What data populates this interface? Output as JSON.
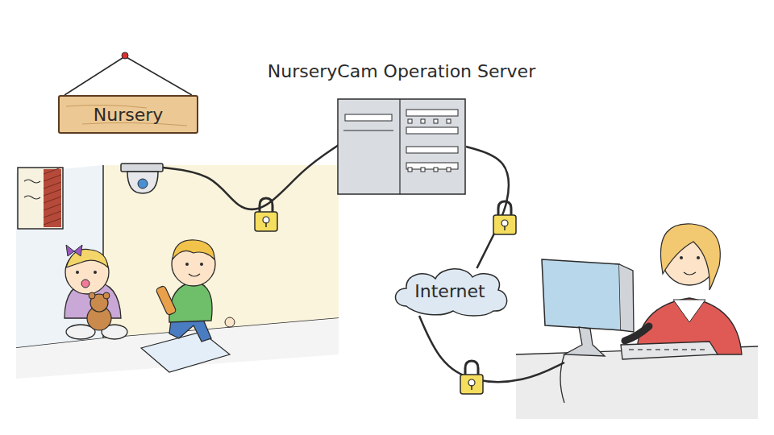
{
  "diagram": {
    "nodes": [
      {
        "text": [
          "Nursery"
        ]
      },
      {
        "text": [
          "NurseryCam Operation Server"
        ]
      },
      {
        "text": [
          "Internet"
        ]
      }
    ],
    "edges": [
      {
        "from": 1,
        "to": 2,
        "arrow": "none"
      }
    ]
  }
}
